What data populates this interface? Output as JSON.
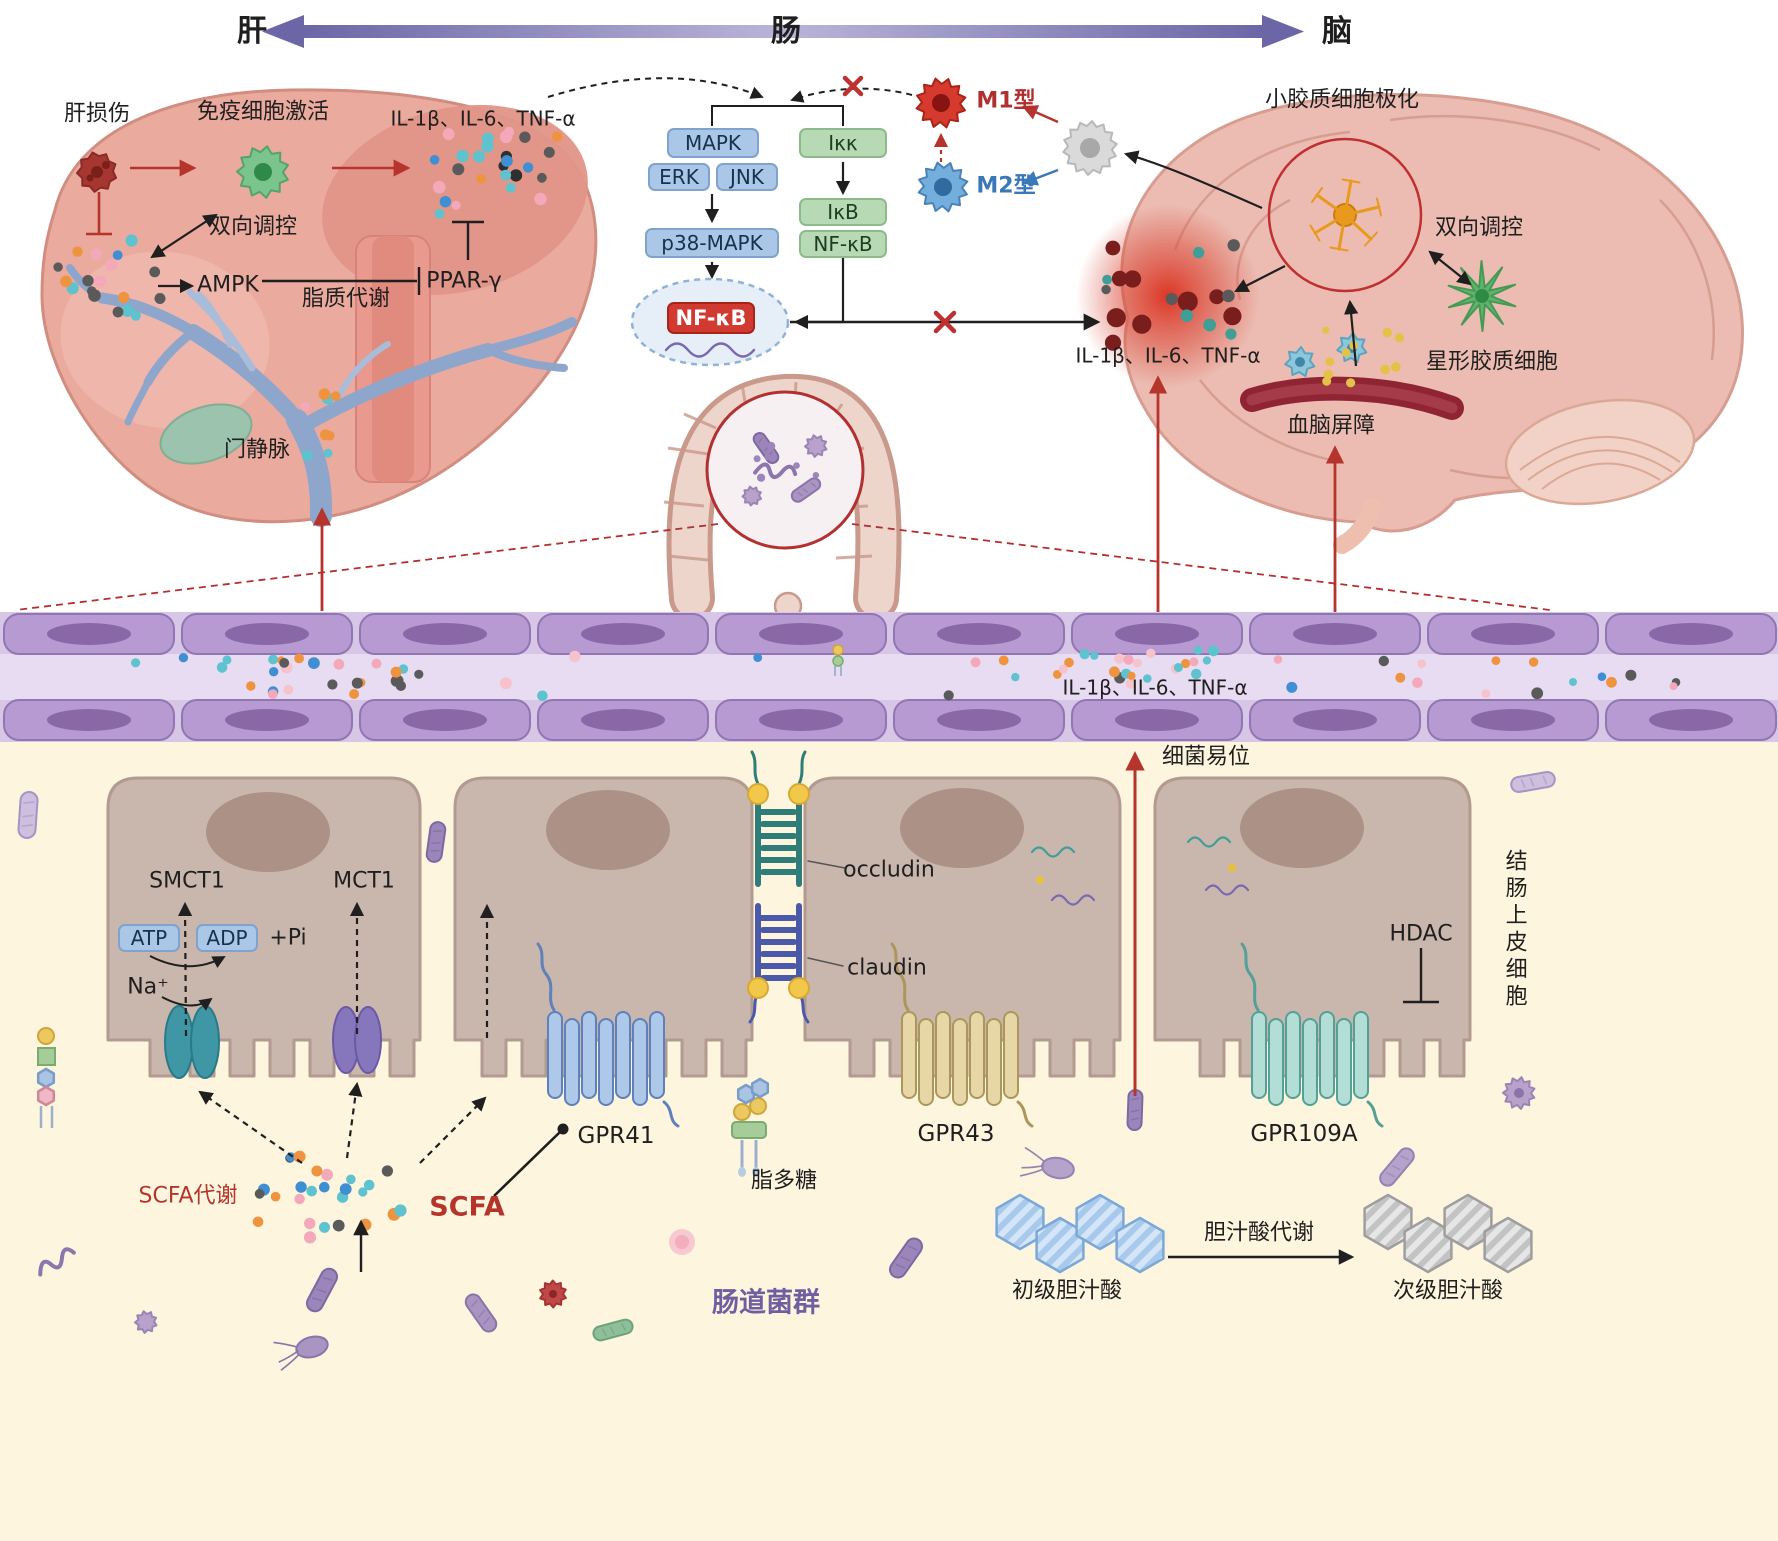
{
  "palette": {
    "axis_purple": "#6c66a6",
    "red_accent": "#b5342c",
    "blue_box": "#aac7e7",
    "green_box": "#b7d9b4",
    "nfkb_red": "#d03a30",
    "cream_background": "#fdf5de",
    "band_purple": "#d7c6e6",
    "microbiota_purple": "#6f5fa0"
  },
  "header": {
    "left": "肝",
    "center": "肠",
    "right": "脑"
  },
  "liver": {
    "injury": "肝损伤",
    "immune": "免疫细胞激活",
    "cytokines": "IL-1β、IL-6、TNF-α",
    "bidirectional": "双向调控",
    "ampk": "AMPK",
    "lipid": "脂质代谢",
    "ppar": "PPAR-γ",
    "portal_vein": "门静脉"
  },
  "pathway": {
    "mapk": "MAPK",
    "erk": "ERK",
    "jnk": "JNK",
    "ikk": "Iκκ",
    "p38": "p38-MAPK",
    "ikb": "IκB",
    "nfkb": "NF-κB",
    "nfkb_active": "NF-κB",
    "m1": "M1型",
    "m2": "M2型"
  },
  "brain": {
    "microglia": "小胶质细胞极化",
    "bidirectional": "双向调控",
    "astrocyte": "星形胶质细胞",
    "cytokines": "IL-1β、IL-6、TNF-α",
    "bbb": "血脑屏障"
  },
  "barrier": {
    "cytokines": "IL-1β、IL-6、TNF-α"
  },
  "gut": {
    "smct1": "SMCT1",
    "mct1": "MCT1",
    "atp": "ATP",
    "adp": "ADP",
    "pi": "+Pi",
    "na": "Na⁺",
    "occludin": "occludin",
    "claudin": "claudin",
    "gpr41": "GPR41",
    "gpr43": "GPR43",
    "gpr109a": "GPR109A",
    "hdac": "HDAC",
    "translocation": "细菌易位",
    "epithelium_label": "结肠上皮细胞",
    "scfa_metabolism": "SCFA代谢",
    "scfa": "SCFA",
    "lps": "脂多糖",
    "microbiota": "肠道菌群",
    "primary_bile": "初级胆汁酸",
    "bile_metabolism": "胆汁酸代谢",
    "secondary_bile": "次级胆汁酸"
  }
}
